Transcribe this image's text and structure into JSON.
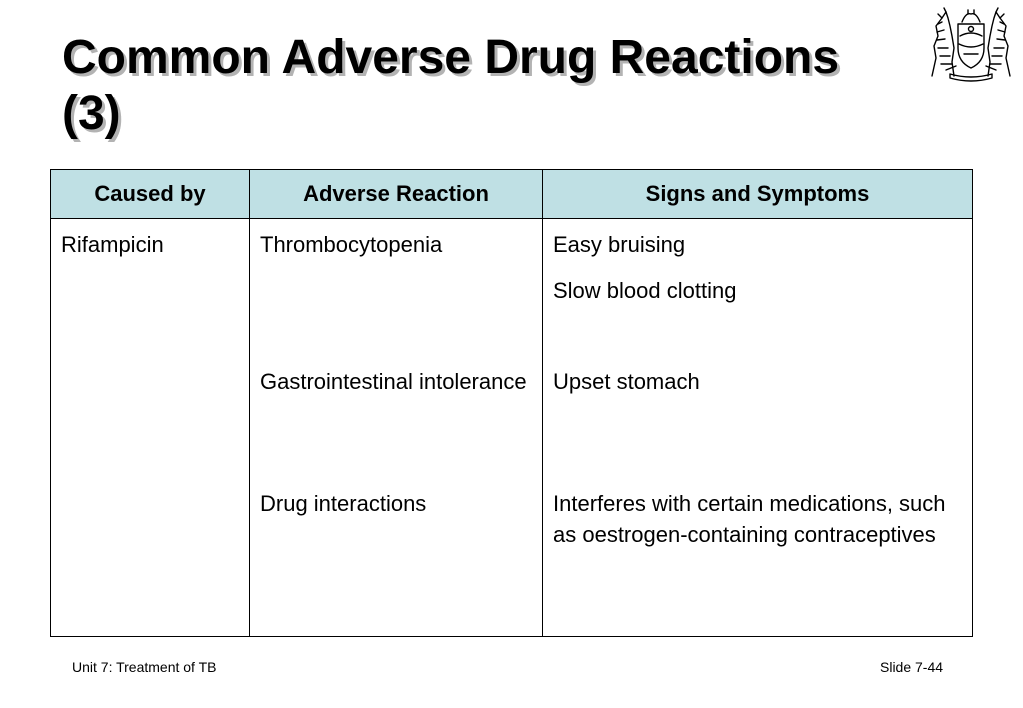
{
  "slide": {
    "title_line1": "Common Adverse Drug Reactions",
    "title_line2": "(3)",
    "emblem_icon": "coat-of-arms-emblem"
  },
  "table": {
    "headers": [
      "Caused by",
      "Adverse Reaction",
      "Signs and Symptoms"
    ],
    "header_bg": "#bfe0e4",
    "caused_by": "Rifampicin",
    "reactions": [
      {
        "reaction": "Thrombocytopenia",
        "symptoms": [
          "Easy bruising",
          "Slow blood clotting"
        ]
      },
      {
        "reaction": "Gastrointestinal intolerance",
        "symptoms": [
          "Upset stomach"
        ]
      },
      {
        "reaction": "Drug interactions",
        "symptoms": [
          "Interferes with certain medications, such as oestrogen-containing contraceptives"
        ]
      }
    ]
  },
  "footer": {
    "unit": "Unit 7: Treatment of TB",
    "slide_number": "Slide 7-44"
  }
}
